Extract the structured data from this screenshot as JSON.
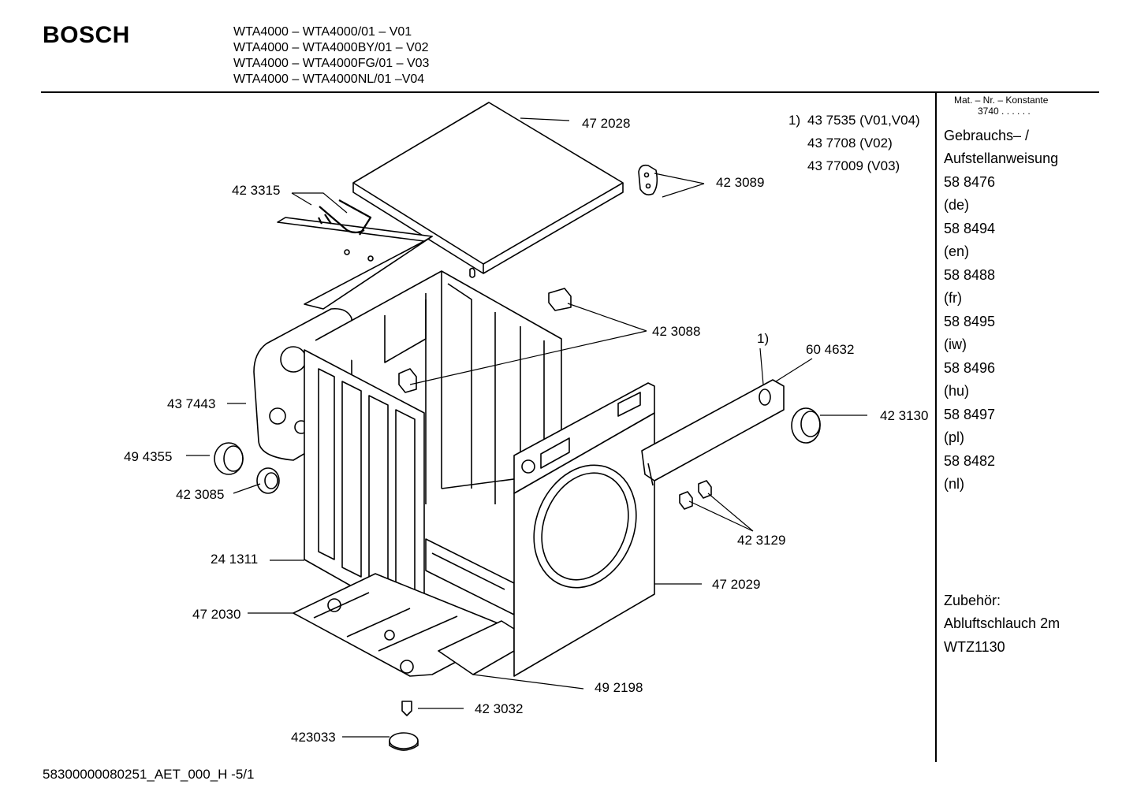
{
  "header": {
    "brand": "BOSCH",
    "models": [
      "WTA4000 – WTA4000/01 – V01",
      "WTA4000 – WTA4000BY/01 – V02",
      "WTA4000 – WTA4000FG/01 – V03",
      "WTA4000 – WTA4000NL/01 –V04"
    ]
  },
  "footnote": {
    "marker": "1)",
    "lines": [
      "43 7535 (V01,V04)",
      "43 7708 (V02)",
      "43 77009 (V03)"
    ]
  },
  "sidebar": {
    "mat_label": "Mat. – Nr. – Konstante",
    "mat_value": "3740  .  .   .  .  .  .",
    "manual_title": [
      "Gebrauchs– /",
      "Aufstellanweisung"
    ],
    "manuals": [
      {
        "number": "58 8476",
        "lang": "(de)"
      },
      {
        "number": "58 8494",
        "lang": "(en)"
      },
      {
        "number": "58 8488",
        "lang": "(fr)"
      },
      {
        "number": "58 8495",
        "lang": "(iw)"
      },
      {
        "number": "58 8496",
        "lang": "(hu)"
      },
      {
        "number": "58 8497",
        "lang": "(pl)"
      },
      {
        "number": "58 8482",
        "lang": "(nl)"
      }
    ],
    "accessory_title": "Zubehör:",
    "accessory_items": [
      "Abluftschlauch 2m",
      "WTZ1130"
    ]
  },
  "parts": {
    "p472028": "47 2028",
    "p423089": "42 3089",
    "p423315": "42 3315",
    "p423088": "42 3088",
    "p437443": "43 7443",
    "p494355": "49 4355",
    "p423085": "42 3085",
    "p241311": "24 1311",
    "p472030": "47 2030",
    "p423032": "42 3032",
    "p423033": "423033",
    "p492198": "49 2198",
    "p472029": "47 2029",
    "p423129": "42 3129",
    "p423130": "42 3130",
    "p604632": "60 4632",
    "p1ref": "1)"
  },
  "footer": {
    "code": "58300000080251_AET_000_H   -5/1"
  }
}
